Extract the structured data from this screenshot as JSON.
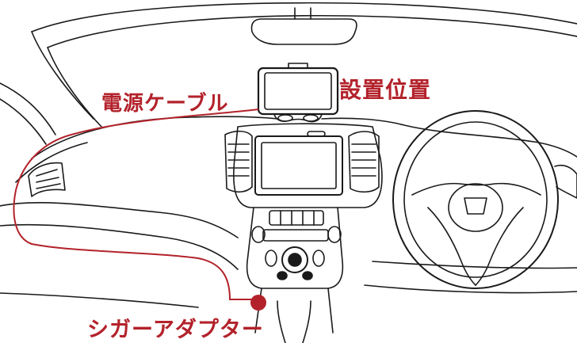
{
  "labels": {
    "power_cable": "電源ケーブル",
    "install_position": "設置位置",
    "cigar_adapter": "シガーアダプター"
  },
  "colors": {
    "line": "#1a1a1a",
    "cable": "#b3222b",
    "accent_text": "#b3222b"
  },
  "icons": {
    "mirror": "rearview-mirror-icon",
    "device": "dashcam-device-icon",
    "adapter": "cigar-socket-icon",
    "steering": "steering-wheel-icon"
  }
}
